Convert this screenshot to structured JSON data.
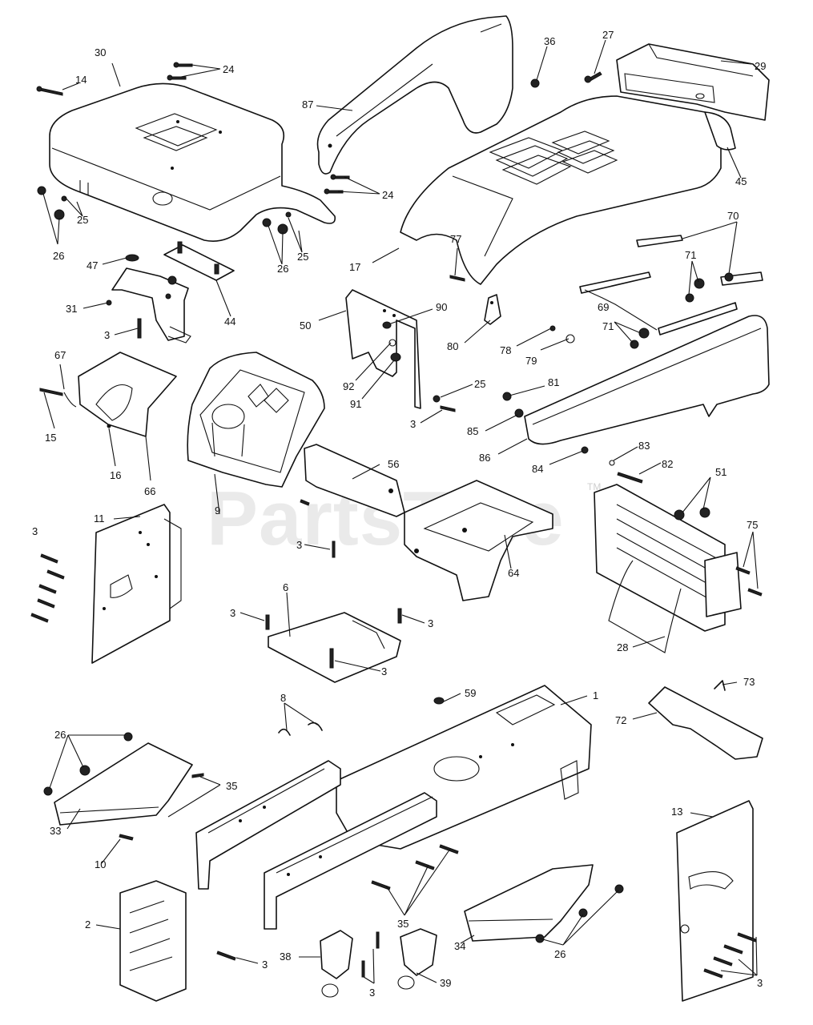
{
  "watermark": {
    "text": "PartsTree",
    "tm": "TM"
  },
  "callouts": {
    "c30": "30",
    "c14": "14",
    "c24a": "24",
    "c87": "87",
    "c36": "36",
    "c27": "27",
    "c29": "29",
    "c45": "45",
    "c24b": "24",
    "c25a": "25",
    "c26a": "26",
    "c25b": "25",
    "c26b": "26",
    "c17": "17",
    "c47": "47",
    "c44": "44",
    "c31": "31",
    "c3a": "3",
    "c77": "77",
    "c70": "70",
    "c71a": "71",
    "c69": "69",
    "c71b": "71",
    "c50": "50",
    "c90": "90",
    "c80": "80",
    "c78": "78",
    "c79": "79",
    "c67": "67",
    "c15": "15",
    "c16": "16",
    "c66": "66",
    "c92": "92",
    "c91": "91",
    "c25c": "25",
    "c3b": "3",
    "c81": "81",
    "c85": "85",
    "c86": "86",
    "c83": "83",
    "c84": "84",
    "c82": "82",
    "c56": "56",
    "c9": "9",
    "c11": "11",
    "c3c": "3",
    "c3d": "3",
    "c64": "64",
    "c51": "51",
    "c75": "75",
    "c28": "28",
    "c6": "6",
    "c3e": "3",
    "c3f": "3",
    "c3g": "3",
    "c8": "8",
    "c59": "59",
    "c1": "1",
    "c73": "73",
    "c72": "72",
    "c26c": "26",
    "c35a": "35",
    "c33": "33",
    "c10": "10",
    "c13": "13",
    "c2": "2",
    "c3h": "3",
    "c35b": "35",
    "c38": "38",
    "c3i": "3",
    "c39": "39",
    "c34": "34",
    "c26d": "26",
    "c3j": "3"
  }
}
